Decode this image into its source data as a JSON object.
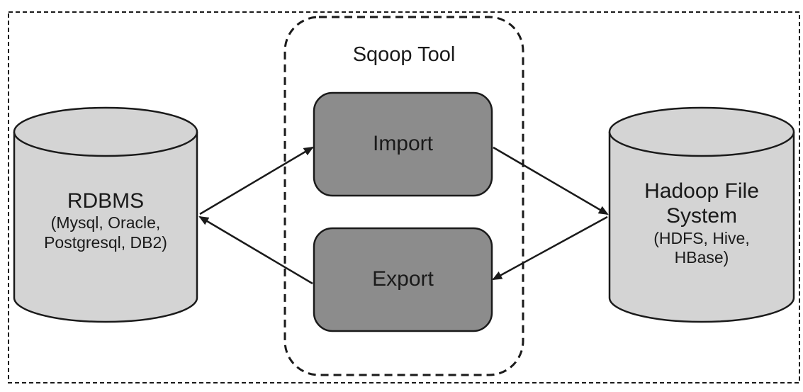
{
  "sqoop_tool": {
    "title": "Sqoop Tool",
    "import_label": "Import",
    "export_label": "Export"
  },
  "rdbms": {
    "title": "RDBMS",
    "subtitle_line1": "(Mysql, Oracle,",
    "subtitle_line2": "Postgresql, DB2)"
  },
  "hadoop": {
    "title_line1": "Hadoop File",
    "title_line2": "System",
    "subtitle_line1": "(HDFS, Hive,",
    "subtitle_line2": "HBase)"
  },
  "colors": {
    "cylinder_fill": "#d4d4d4",
    "process_box_fill": "#8c8c8c",
    "stroke": "#1a1a1a"
  }
}
